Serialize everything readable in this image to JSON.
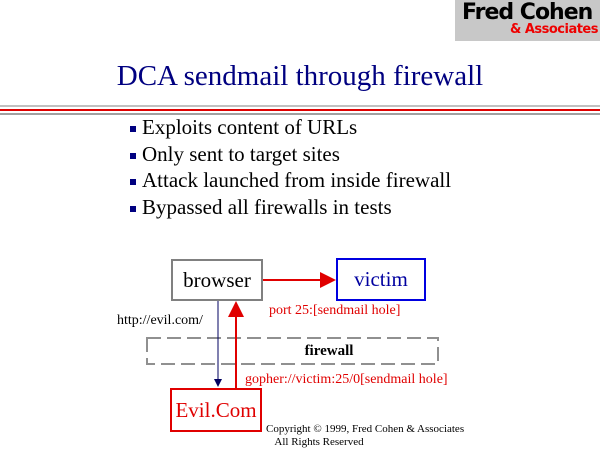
{
  "logo": {
    "line1": "Fred Cohen",
    "line2": "& Associates"
  },
  "title": "DCA sendmail through firewall",
  "bullets": [
    "Exploits content of URLs",
    "Only sent to target sites",
    "Attack launched from inside firewall",
    "Bypassed all firewalls in tests"
  ],
  "diagram": {
    "browser": "browser",
    "victim": "victim",
    "evil": "Evil.Com",
    "firewall": "firewall",
    "url_label": "http://evil.com/",
    "port_label": "port 25:[sendmail hole]",
    "gopher_label": "gopher://victim:25/0[sendmail hole]"
  },
  "footer": {
    "line1": "Copyright © 1999, Fred Cohen & Associates",
    "line2": "All Rights Reserved"
  },
  "colors": {
    "title": "#000080",
    "accent": "#e00000"
  }
}
